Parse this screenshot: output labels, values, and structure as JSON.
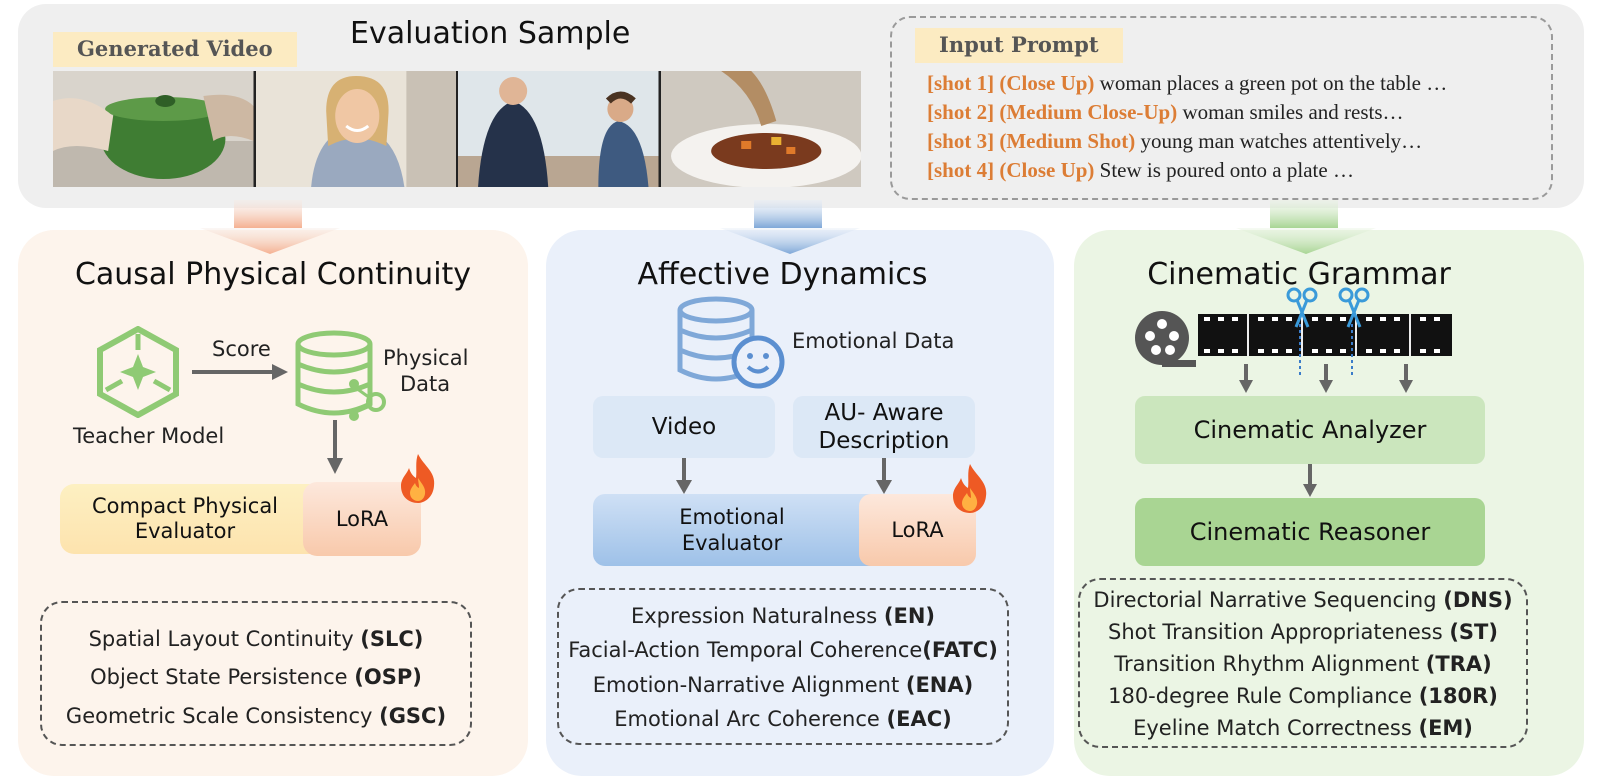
{
  "sample": {
    "title": "Evaluation Sample",
    "video_tag": "Generated Video",
    "prompt_tag": "Input Prompt",
    "shots": [
      {
        "label": "[shot 1] (Close Up)",
        "text": " woman places a green pot on the table …"
      },
      {
        "label": "[shot 2] (Medium Close-Up)",
        "text": " woman smiles and  rests…"
      },
      {
        "label": "[shot 3] (Medium Shot)",
        "text": " young man watches attentively…"
      },
      {
        "label": "[shot 4] (Close Up)",
        "text": " Stew is poured onto a plate …"
      }
    ]
  },
  "physical": {
    "title": "Causal Physical Continuity",
    "teacher_label": "Teacher Model",
    "score_label": "Score",
    "data_label_line1": "Physical",
    "data_label_line2": "Data",
    "evaluator_line1": "Compact Physical",
    "evaluator_line2": "Evaluator",
    "lora_label": "LoRA",
    "metrics": [
      {
        "name": "Spatial Layout Continuity ",
        "abbr": "(SLC)"
      },
      {
        "name": "Object State Persistence ",
        "abbr": "(OSP)"
      },
      {
        "name": "Geometric Scale Consistency ",
        "abbr": "(GSC)"
      }
    ]
  },
  "affective": {
    "title": "Affective Dynamics",
    "data_label": "Emotional Data",
    "video_label": "Video",
    "desc_line1": "AU- Aware",
    "desc_line2": "Description",
    "evaluator_line1": "Emotional",
    "evaluator_line2": "Evaluator",
    "lora_label": "LoRA",
    "metrics": [
      {
        "name": "Expression Naturalness ",
        "abbr": "(EN)"
      },
      {
        "name": "Facial-Action Temporal Coherence",
        "abbr": "(FATC)"
      },
      {
        "name": "Emotion-Narrative Alignment ",
        "abbr": "(ENA)"
      },
      {
        "name": "Emotional Arc Coherence ",
        "abbr": "(EAC)"
      }
    ]
  },
  "cinematic": {
    "title": "Cinematic Grammar",
    "analyzer_label": "Cinematic Analyzer",
    "reasoner_label": "Cinematic Reasoner",
    "metrics": [
      {
        "name": "Directorial Narrative Sequencing ",
        "abbr": "(DNS)"
      },
      {
        "name": "Shot Transition Appropriateness ",
        "abbr": "(ST)"
      },
      {
        "name": "Transition Rhythm Alignment ",
        "abbr": "(TRA)"
      },
      {
        "name": "180-degree Rule Compliance ",
        "abbr": "(180R)"
      },
      {
        "name": "Eyeline Match Correctness ",
        "abbr": "(EM)"
      }
    ]
  },
  "colors": {
    "accent_orange": "#dc7d35",
    "physical_green": "#8fca74",
    "emotion_blue": "#7fa8d8",
    "cinema_green": "#a8d594"
  }
}
